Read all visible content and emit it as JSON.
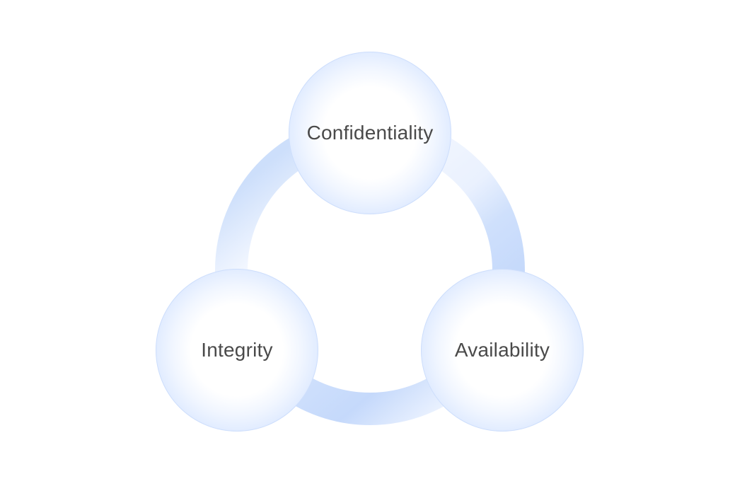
{
  "diagram": {
    "nodes": [
      {
        "id": "confidentiality",
        "label": "Confidentiality"
      },
      {
        "id": "integrity",
        "label": "Integrity"
      },
      {
        "id": "availability",
        "label": "Availability"
      }
    ],
    "colors": {
      "background": "#ffffff",
      "ring_light": "#f4f8ff",
      "ring_mid": "#dfeafe",
      "ring_strong": "#c7dbfb",
      "circle_edge": "#c2d8fb",
      "label_text": "#4a4a4a"
    }
  }
}
